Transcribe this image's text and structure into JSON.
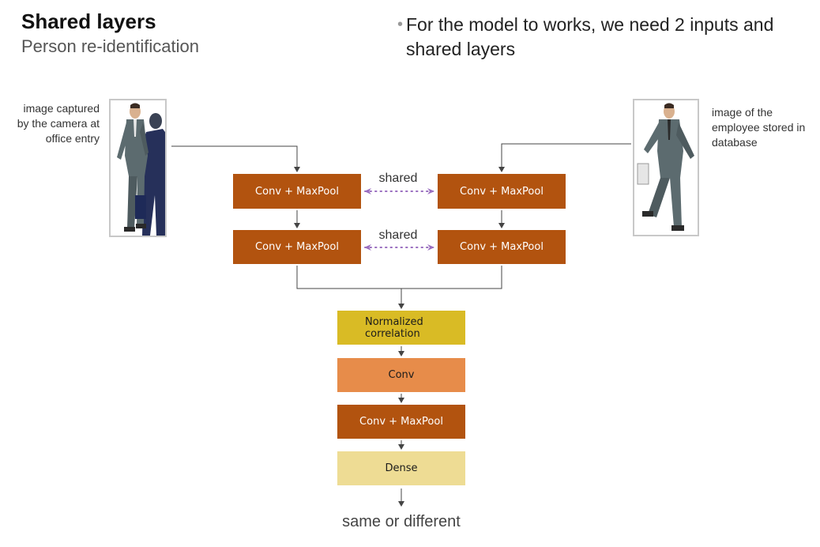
{
  "header": {
    "title": "Shared layers",
    "subtitle": "Person re-identification",
    "bullet": "For the model to works, we need 2 inputs and shared layers"
  },
  "inputs": {
    "left_caption": "image captured by the camera at office entry",
    "right_caption": "image of the employee stored in database"
  },
  "layers": {
    "left_block_1": "Conv + MaxPool",
    "right_block_1": "Conv + MaxPool",
    "left_block_2": "Conv + MaxPool",
    "right_block_2": "Conv + MaxPool",
    "shared_label_1": "shared",
    "shared_label_2": "shared",
    "normalized_correlation": "Normalized\ncorrelation",
    "conv": "Conv",
    "conv_maxpool": "Conv + MaxPool",
    "dense": "Dense"
  },
  "output": "same or different",
  "colors": {
    "dark_block": "#b2530f",
    "correlation_block": "#d9bb25",
    "conv_block": "#e78c4a",
    "dense_block": "#eedc94",
    "shared_arrow": "#9a6fc0",
    "connector": "#444444"
  }
}
